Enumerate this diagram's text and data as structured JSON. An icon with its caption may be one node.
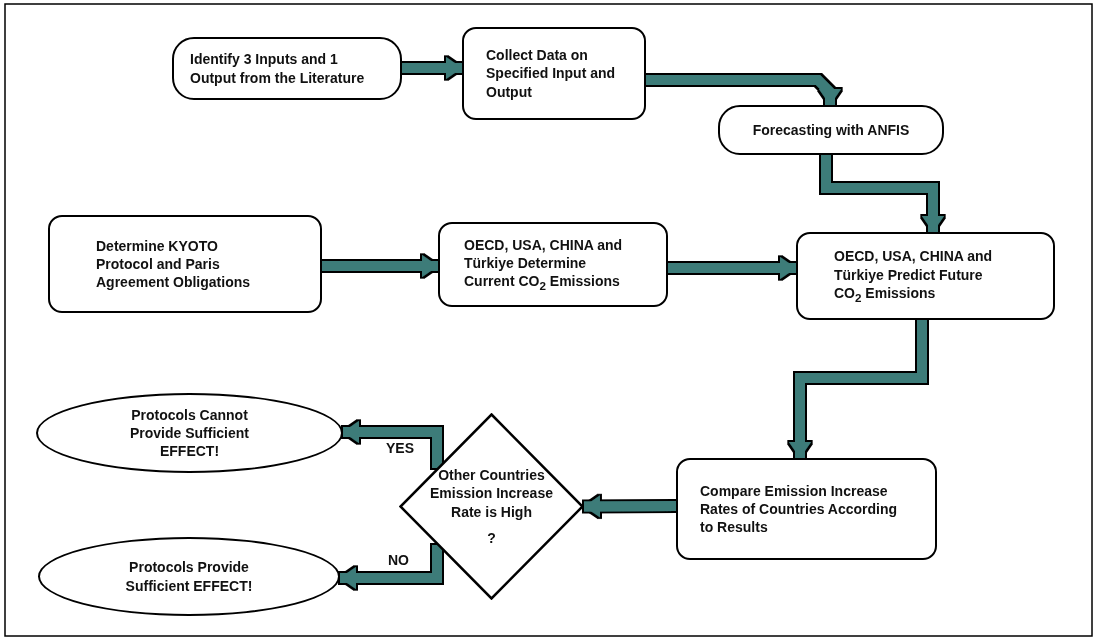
{
  "diagram": {
    "nodes": [
      {
        "text": [
          "Identify 3 Inputs and 1 Output from the Literature"
        ]
      },
      {
        "text": [
          "Collect Data on Specified Input and Output"
        ]
      },
      {
        "text": [
          "Forecasting with ANFIS"
        ]
      },
      {
        "text": [
          "Determine KYOTO Protocol and Paris Agreement Obligations"
        ]
      },
      {
        "text": [
          "OECD, USA, CHINA and Türkiye Determine Current CO$_{2}$ Emissions"
        ]
      },
      {
        "text": [
          "OECD, USA, CHINA and Türkiye Predict Future CO$_{2}$ Emissions"
        ]
      },
      {
        "text": [
          "Compare Emission Increase Rates of Countries According to Results"
        ]
      },
      {
        "text": [
          "Other Countries Emission Increase Rate is High",
          "?"
        ]
      },
      {
        "text": [
          "Protocols Cannot Provide Sufficient EFFECT!"
        ]
      },
      {
        "text": [
          "Protocols Provide Sufficient EFFECT!"
        ]
      }
    ],
    "edges": [
      {
        "from": 0,
        "to": 1,
        "arrow": "to"
      },
      {
        "from": 1,
        "to": 2,
        "arrow": "to"
      },
      {
        "from": 2,
        "to": 5,
        "arrow": "to"
      },
      {
        "from": 3,
        "to": 4,
        "arrow": "to"
      },
      {
        "from": 4,
        "to": 5,
        "arrow": "to"
      },
      {
        "from": 5,
        "to": 6,
        "arrow": "to"
      },
      {
        "from": 6,
        "to": 7,
        "arrow": "to"
      },
      {
        "from": 7,
        "to": 8,
        "arrow": "to",
        "label": "YES"
      },
      {
        "from": 7,
        "to": 9,
        "arrow": "to",
        "label": "NO"
      }
    ]
  }
}
